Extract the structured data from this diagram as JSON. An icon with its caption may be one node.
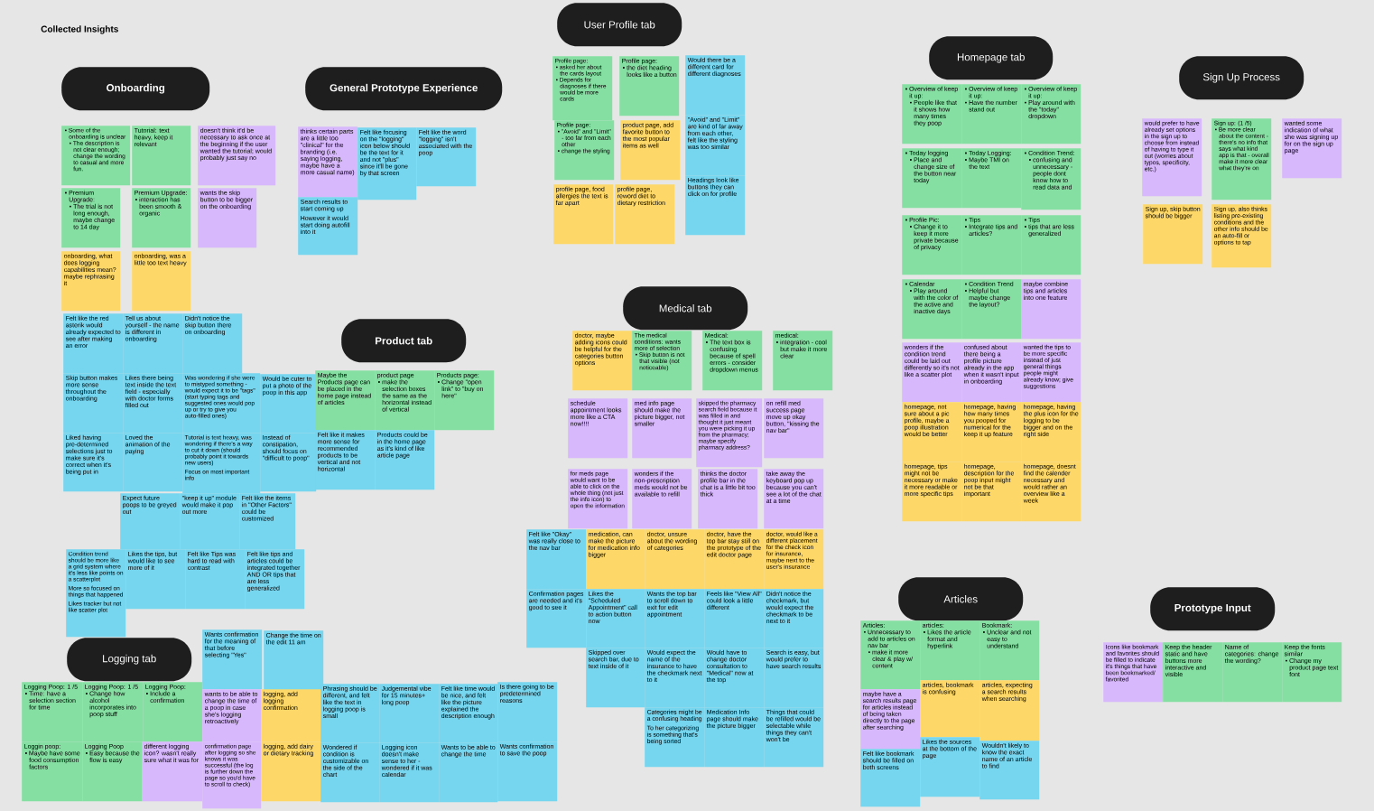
{
  "diagram": {
    "title": "Collected Insights",
    "nodes": [
      {
        "text": [
          "Onboarding"
        ]
      },
      {
        "text": [
          "• Some of the onboarding is unclear",
          "• The description is not clear enough; change the wording to casual and more fun."
        ]
      },
      {
        "text": [
          "• Premium Upgrade:",
          "• The trial is not long enough, maybe change to 14 day"
        ]
      },
      {
        "text": [
          "onboarding, what does logging capabilities mean? maybe rephrasing it"
        ]
      },
      {
        "text": [
          "Tutorial: text heavy, keep it relevant"
        ]
      },
      {
        "text": [
          "Premium Upgrade:",
          "• interaction has been smooth & organic"
        ]
      },
      {
        "text": [
          "onboarding, was a little too text heavy"
        ]
      },
      {
        "text": [
          "doesn't think it'd be necessary to ask once at the beginning if the user wanted the tutorial; would probably just say no"
        ]
      },
      {
        "text": [
          "wants the skip button to be bigger on the onboarding"
        ]
      },
      {
        "text": [
          "Felt like the red asterik would already expected to see after making an error"
        ]
      },
      {
        "text": [
          "Tell us about yourself - the name is different in onboarding"
        ]
      },
      {
        "text": [
          "Didn't notice the skip button there on onboarding"
        ]
      },
      {
        "text": [
          "Skip button makes more sense throughout the onboarding"
        ]
      },
      {
        "text": [
          "Likes there being text inside the text field - especially with doctor forms filled out"
        ]
      },
      {
        "text": [
          "Was wondering if she were to mistyped something - would expect it to be \"tags\" (start typing tags and suggested ones would pop up or try to give you auto-filled ones)"
        ]
      },
      {
        "text": [
          "Would be cuter to put a photo of the poop in this app"
        ]
      },
      {
        "text": [
          "Liked having pre-determined selections just to make sure it's correct when it's being put in"
        ]
      },
      {
        "text": [
          "Loved the animation of the paying"
        ]
      },
      {
        "text": [
          "Tutorial is text heavy, was wondering if there's a way to cut it down (should probably point it towards new users)",
          "Focus on most important info"
        ]
      },
      {
        "text": [
          "Instead of constipation, should focus on \"difficult to poop\""
        ]
      },
      {
        "text": [
          "Expect future poops to be greyed out"
        ]
      },
      {
        "text": [
          "\"keep it up\" module would make it pop out more"
        ]
      },
      {
        "text": [
          "Felt like the items in \"Other Factors\" could be customized"
        ]
      },
      {
        "text": [
          "Condition trend should be more like a grid system where it's less like points on a scatterplot",
          "More so focused on things that happened",
          "Likes tracker but not like scatter plot"
        ]
      },
      {
        "text": [
          "Likes the tips, but would like to see more of it"
        ]
      },
      {
        "text": [
          "Felt like Tips was hard to read with contrast"
        ]
      },
      {
        "text": [
          "Felt like tips and articles could be integrated together AND OR tips that are less generalized"
        ]
      },
      {
        "text": [
          "General Prototype Experience"
        ]
      },
      {
        "text": [
          "thinks certain parts are a little too \"clinical\" for the branding (i.e. saying logging, maybe have a more casual name)"
        ]
      },
      {
        "text": [
          "Felt like focusing on the \"logging\" icon below should be the text for it and not \"plus\" since it'll be gone by that screen"
        ]
      },
      {
        "text": [
          "Felt like the word \"logging\" isn't associated with the poop"
        ]
      },
      {
        "text": [
          "Search results to start coming up",
          "However it would start doing autofill into it"
        ]
      },
      {
        "text": [
          "User Profile tab"
        ]
      },
      {
        "text": [
          "Profile page:",
          "• asked her about the cards layout",
          "• Depends for diagnoses if there would be more cards"
        ]
      },
      {
        "text": [
          "Profile page:",
          "• the diet heading looks like a button"
        ]
      },
      {
        "text": [
          "Would there be a different card for different diagnoses"
        ]
      },
      {
        "text": [
          "\"Avoid\" and \"Limit\" are kind of far away from each other, felt like the styling was too similar"
        ]
      },
      {
        "text": [
          "Headings look like buttons they can click on for profile"
        ]
      },
      {
        "text": [
          "Profile page:",
          "• \"Avoid\" and \"Limit\" - too far from each other",
          "• change the styling"
        ]
      },
      {
        "text": [
          "product page, add favorite button to the most popular items as well"
        ]
      },
      {
        "text": [
          "profile page, food allergies the text is far apart"
        ]
      },
      {
        "text": [
          "profile page, reword diet to dietary restriction"
        ]
      },
      {
        "text": [
          "Homepage tab"
        ]
      },
      {
        "text": [
          "• Overview of keep it up:",
          "• People like that it shows how many times they poop"
        ]
      },
      {
        "text": [
          "• Overview of keep it up:",
          "• Have the number stand out"
        ]
      },
      {
        "text": [
          "• Overview of keep it up:",
          "• Play around with the \"today\" dropdown"
        ]
      },
      {
        "text": [
          "• Today logging",
          "• Place and change size of the button near today"
        ]
      },
      {
        "text": [
          "• Today Logging:",
          "• Maybe TMI on the text"
        ]
      },
      {
        "text": [
          "• Condition Trend:",
          "• confusing and unnecessary - people dont know how to read data and"
        ]
      },
      {
        "text": [
          "• Profile Pic:",
          "• Change it to keep it more private because of privacy"
        ]
      },
      {
        "text": [
          "• Tips",
          "• Integrate tips and articles?"
        ]
      },
      {
        "text": [
          "• Tips",
          "• tips that are less generalized"
        ]
      },
      {
        "text": [
          "• Calendar",
          "• Play around with the color of the active and inactive days"
        ]
      },
      {
        "text": [
          "• Condition Trend",
          "• Helpful but maybe change the layout?"
        ]
      },
      {
        "text": [
          "maybe combine tips and articles into one feature"
        ]
      },
      {
        "text": [
          "wonders if the condition trend could be laid out differently so it's not like a scatter plot"
        ]
      },
      {
        "text": [
          "confused about there being a profile picture already in the app when it wasn't input in onboarding"
        ]
      },
      {
        "text": [
          "wanted the tips to be more specific instead of just general things people might already know; give suggestions"
        ]
      },
      {
        "text": [
          "homepage, not sure about a pic profile, maybe a poop illustration would be better"
        ]
      },
      {
        "text": [
          "homepage, having how many times you pooped for numerical for the keep it up feature"
        ]
      },
      {
        "text": [
          "homepage, having the plus icon for the logging to be bigger and on the right side"
        ]
      },
      {
        "text": [
          "homepage, tips might not be necessary or make it more readable or more specific tips"
        ]
      },
      {
        "text": [
          "homepage, description for the poop input might not be that important"
        ]
      },
      {
        "text": [
          "homepage, doesnt find the calender necessary and would rather an overview like a week"
        ]
      },
      {
        "text": [
          "Sign Up Process"
        ]
      },
      {
        "text": [
          "would prefer to have already set options in the sign up to choose from instead of having to type it out (worries about typos, specificity, etc.)"
        ]
      },
      {
        "text": [
          "Sign up: (1 /5)",
          "• Be more clear about the content - there's no info that says what kind app is that - overall make it more clear what they're on"
        ]
      },
      {
        "text": [
          "wanted some indication of what she was signing up for on the sign up page"
        ]
      },
      {
        "text": [
          "Sign up, skip button should be bigger"
        ]
      },
      {
        "text": [
          "Sign up, also thinks listing pre-existing conditions and the other info should be an auto-fill or options to tap"
        ]
      },
      {
        "text": [
          "Product tab"
        ]
      },
      {
        "text": [
          "Maybe the Products page can be placed in the home page instead of articles"
        ]
      },
      {
        "text": [
          "product page",
          "• make the selection boxes the same as the horizontal instead of vertical"
        ]
      },
      {
        "text": [
          "Products page:",
          "• Change \"open link\" to \"buy on here\""
        ]
      },
      {
        "text": [
          "Felt like it makes more sense for recommended products to be vertical and not horizontal"
        ]
      },
      {
        "text": [
          "Products could be in the home page as it's kind of like article page"
        ]
      },
      {
        "text": [
          "Medical tab"
        ]
      },
      {
        "text": [
          "doctor, maybe adding icons could be helpful for the categories button options"
        ]
      },
      {
        "text": [
          "The medical conditions: wants more of selection",
          "• Skip button is not that visible (not noticeable)"
        ]
      },
      {
        "text": [
          "Medical:",
          "• The text box is confusing because of spell errors - consider dropdown menus"
        ]
      },
      {
        "text": [
          "medical:",
          "• integration - cool but make it more clear"
        ]
      },
      {
        "text": [
          "schedule appointment looks more like a CTA now!!!!"
        ]
      },
      {
        "text": [
          "med info page should make the picture bigger, not smaller"
        ]
      },
      {
        "text": [
          "skipped the pharmacy search field because it was filled in and thought it just meant you were picking it up from the pharmacy; maybe specify pharmacy address?"
        ]
      },
      {
        "text": [
          "on refill med success page move up okay button, \"kissing the nav bar\""
        ]
      },
      {
        "text": [
          "for meds page would want to be able to click on the whole thing (not just the info icon) to open the information"
        ]
      },
      {
        "text": [
          "wonders if the non-prescription meds would not be available to refill"
        ]
      },
      {
        "text": [
          "thinks the doctor profile bar in the chat is a little bit too thick"
        ]
      },
      {
        "text": [
          "take away the keyboard pop up because you can't see a lot of the chat at a time"
        ]
      },
      {
        "text": [
          "Felt like \"Okay\" was really close to the nav bar"
        ]
      },
      {
        "text": [
          "medication, can make the picture for medication info bigger"
        ]
      },
      {
        "text": [
          "doctor, unsure about the wording of categories"
        ]
      },
      {
        "text": [
          "doctor, have the top bar stay still on the prototype of the edit doctor page"
        ]
      },
      {
        "text": [
          "doctor, would like a different placement for the check icon for insurance, maybe next to the user's insurance"
        ]
      },
      {
        "text": [
          "Confirmation pages are needed and it's good to see it"
        ]
      },
      {
        "text": [
          "Likes the \"Scheduled Appointment\" call to action button now"
        ]
      },
      {
        "text": [
          "Wants the top bar to scroll down to exit for edit appointment"
        ]
      },
      {
        "text": [
          "Feels like \"View All\" could look a little different"
        ]
      },
      {
        "text": [
          "Didn't notice the checkmark, but would expect the checkmark to be next to it"
        ]
      },
      {
        "text": [
          "Skipped over search bar, due to text inside of it"
        ]
      },
      {
        "text": [
          "Would expect the name of the insurance to have the checkmark next to it"
        ]
      },
      {
        "text": [
          "Would have to change doctor consultation to \"Medical\" now at the top"
        ]
      },
      {
        "text": [
          "Search is easy, but would prefer to have search results"
        ]
      },
      {
        "text": [
          "Categories might be a confusing heading",
          "To her categorizing is something that's being sorted"
        ]
      },
      {
        "text": [
          "Medication Info page should make the picture bigger"
        ]
      },
      {
        "text": [
          "Things that could be refilled would be selectable while things they can't won't be"
        ]
      },
      {
        "text": [
          "Logging tab"
        ]
      },
      {
        "text": [
          "Wants confirmation for the meaning of that before selecting \"Yes\""
        ]
      },
      {
        "text": [
          "Change the time on the edit 11 am"
        ]
      },
      {
        "text": [
          "Logging Poop: 1 /5",
          "• Time: have a selection section for time"
        ]
      },
      {
        "text": [
          "Logging Poop: 1 /5",
          "• Change how alcohol incorporates into poop stuff"
        ]
      },
      {
        "text": [
          "Logging Poop:",
          "• Include a confirmation"
        ]
      },
      {
        "text": [
          "wants to be able to change the time of a poop in case she's logging retroactively"
        ]
      },
      {
        "text": [
          "logging, add logging confirmation"
        ]
      },
      {
        "text": [
          "Phrasing should be different, and felt like the text in logging poop is small"
        ]
      },
      {
        "text": [
          "Judgemental vibe for 15 minutes+ long poop"
        ]
      },
      {
        "text": [
          "Felt like time would be nice, and felt like the picture explained the description enough"
        ]
      },
      {
        "text": [
          "Is there going to be predetermined reasons"
        ]
      },
      {
        "text": [
          "Loggin poop:",
          "• Maybe have some food consumption factors"
        ]
      },
      {
        "text": [
          "Logging Poop",
          "• Easy because the flow is easy"
        ]
      },
      {
        "text": [
          "different logging icon? wasn't really sure what it was for"
        ]
      },
      {
        "text": [
          "confirmation page after logging so she knows it was successful (the log is further down the page so you'd have to scroll to check)"
        ]
      },
      {
        "text": [
          "logging, add dairy or dietary tracking"
        ]
      },
      {
        "text": [
          "Wondered if condition is customizable on the side of the chart"
        ]
      },
      {
        "text": [
          "Logging icon doesn't make sense to her - wondered if it was calendar"
        ]
      },
      {
        "text": [
          "Wants to be able to change the time"
        ]
      },
      {
        "text": [
          "Wants confirmation to save the poop"
        ]
      },
      {
        "text": [
          "Articles"
        ]
      },
      {
        "text": [
          "Articles:",
          "• Unnecessary to add to articles on nav bar",
          "• make it more clear & play w/ content"
        ]
      },
      {
        "text": [
          "maybe have a search results page for articles instead of being taken directly to the page after searching"
        ]
      },
      {
        "text": [
          "Felt like bookmark should be filled on both screens"
        ]
      },
      {
        "text": [
          "articles:",
          "• Likes the article format and hyperlink"
        ]
      },
      {
        "text": [
          "articles, bookmark is confusing"
        ]
      },
      {
        "text": [
          "Likes the sources at the bottom of the page"
        ]
      },
      {
        "text": [
          "Bookmark:",
          "• Unclear and not easy to understand"
        ]
      },
      {
        "text": [
          "articles, expecting a search results when searching"
        ]
      },
      {
        "text": [
          "Wouldn't likely to know the exact name of an article to find"
        ]
      },
      {
        "text": [
          "Prototype Input"
        ]
      },
      {
        "text": [
          "Icons like bookmark and favorites should be filled to indicate it's things that have been bookmarked/ favorited"
        ]
      },
      {
        "text": [
          "Keep the header static and have buttons more interactive and visible"
        ]
      },
      {
        "text": [
          "Name of categories: change the wording?"
        ]
      },
      {
        "text": [
          "Keep the fonts similar",
          "• Change my product page text font"
        ]
      }
    ]
  }
}
